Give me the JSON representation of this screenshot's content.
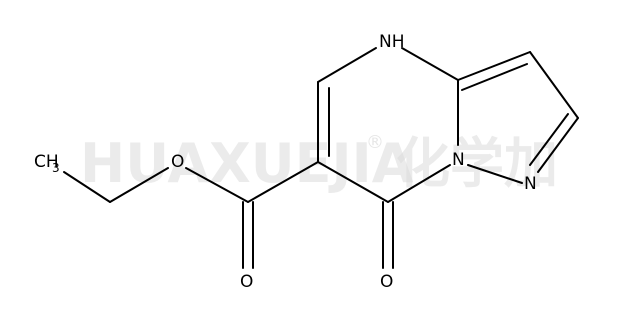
{
  "watermark": {
    "text": "HUAXUEJIA",
    "registered_mark": "®",
    "cjk_text": "化学加"
  },
  "molecule": {
    "atoms": {
      "nh": "NH",
      "n_bridge": "N",
      "n_pyrazole": "N",
      "o_ketone": "O",
      "o_carbonyl": "O",
      "o_ester": "O",
      "ch3_main": "CH",
      "ch3_sub": "3"
    }
  }
}
